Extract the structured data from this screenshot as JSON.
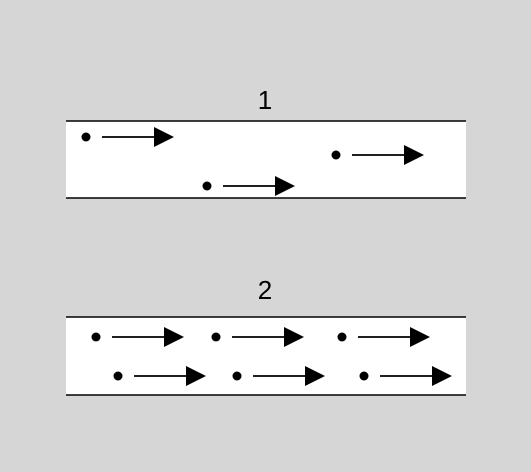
{
  "background_color": "#d6d6d6",
  "channel_fill": "#ffffff",
  "ink_color": "#000000",
  "panels": [
    {
      "label": "1",
      "particle_count": 3
    },
    {
      "label": "2",
      "particle_count": 6
    }
  ]
}
